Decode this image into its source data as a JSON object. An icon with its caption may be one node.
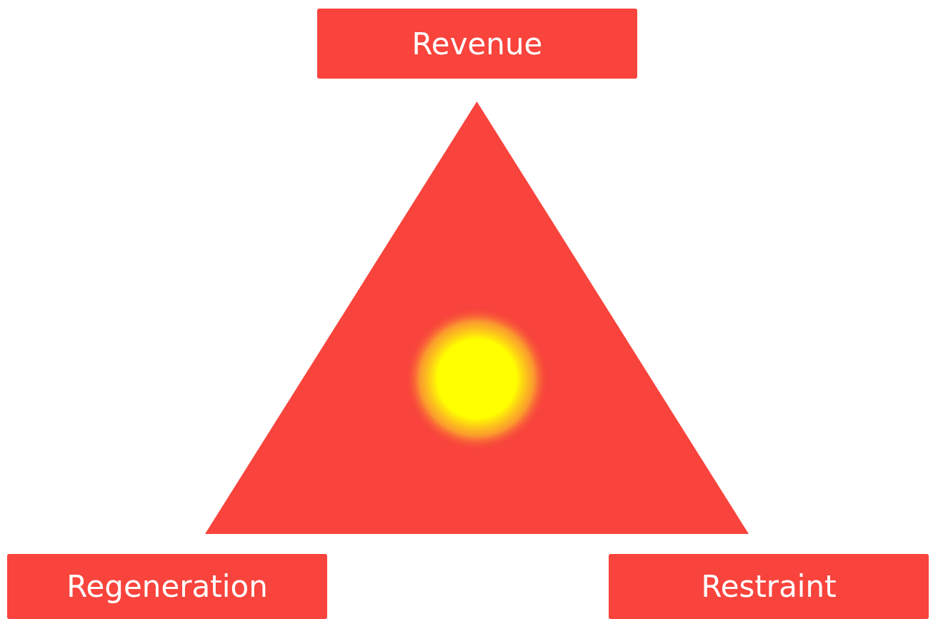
{
  "diagram": {
    "nodes": [
      {
        "text": [
          "Revenue"
        ]
      },
      {
        "text": [],
        "shape": "triangle"
      },
      {
        "text": [
          "Regeneration"
        ]
      },
      {
        "text": [
          "Restraint"
        ]
      }
    ]
  }
}
